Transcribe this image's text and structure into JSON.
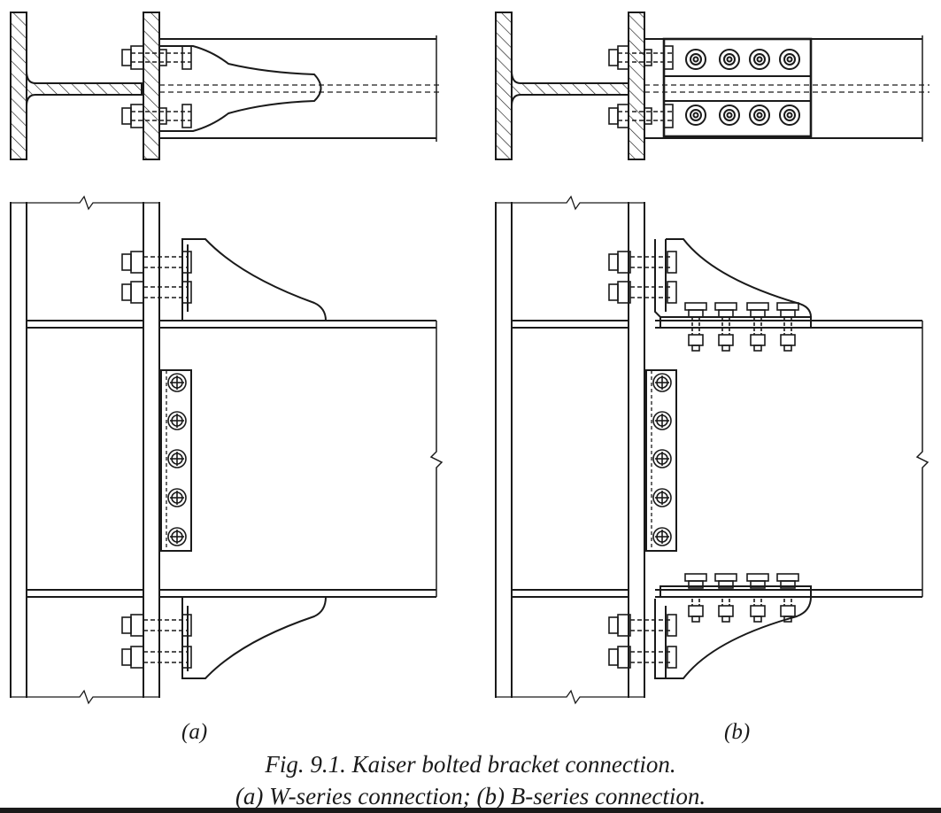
{
  "figure": {
    "panel_labels": {
      "a": "(a)",
      "b": "(b)"
    },
    "caption_line1": "Fig. 9.1.  Kaiser bolted bracket connection.",
    "caption_line2": "(a) W-series connection; (b) B-series connection.",
    "line_color": "#1a1a1a",
    "background": "#ffffff"
  }
}
